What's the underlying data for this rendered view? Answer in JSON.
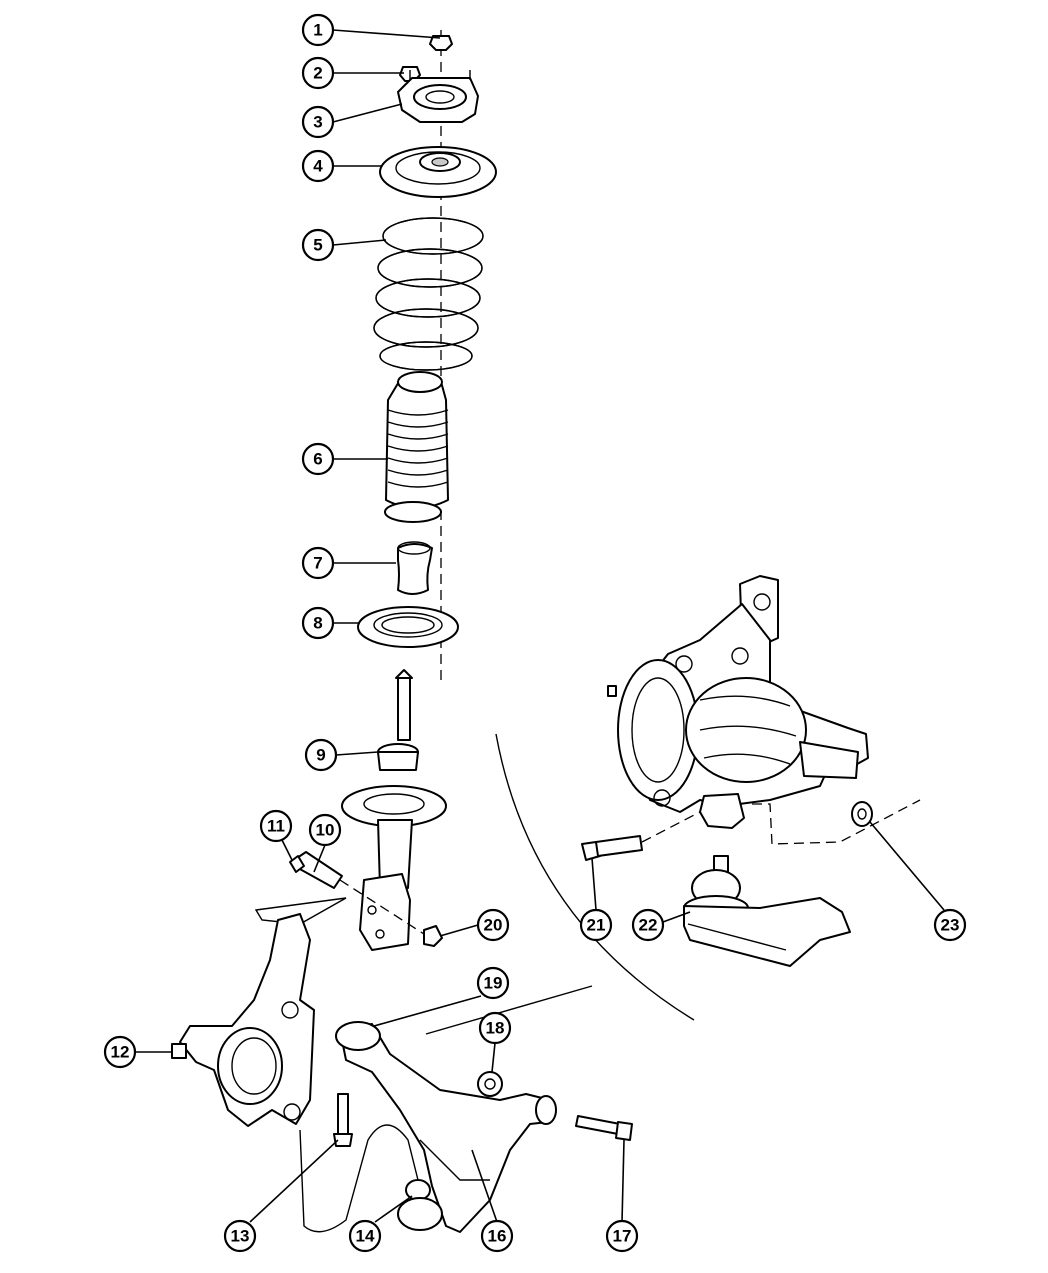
{
  "diagram": {
    "callouts": [
      {
        "label": "1"
      },
      {
        "label": "2"
      },
      {
        "label": "3"
      },
      {
        "label": "4"
      },
      {
        "label": "5"
      },
      {
        "label": "6"
      },
      {
        "label": "7"
      },
      {
        "label": "8"
      },
      {
        "label": "9"
      },
      {
        "label": "10"
      },
      {
        "label": "11"
      },
      {
        "label": "12"
      },
      {
        "label": "13"
      },
      {
        "label": "14"
      },
      {
        "label": "16"
      },
      {
        "label": "17"
      },
      {
        "label": "18"
      },
      {
        "label": "19"
      },
      {
        "label": "20"
      },
      {
        "label": "21"
      },
      {
        "label": "22"
      },
      {
        "label": "23"
      }
    ]
  }
}
